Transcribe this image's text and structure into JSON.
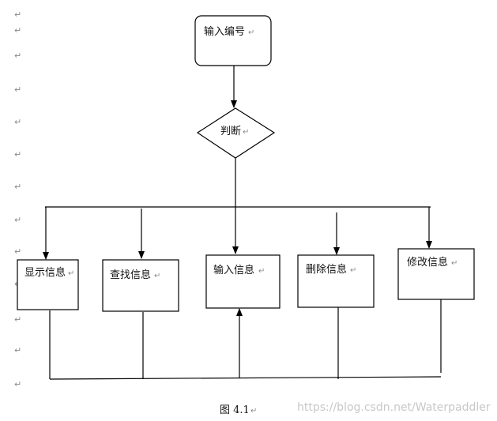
{
  "diagram": {
    "start": {
      "label": "输入编号"
    },
    "decision": {
      "label": "判断"
    },
    "branches": [
      {
        "label": "显示信息"
      },
      {
        "label": "查找信息"
      },
      {
        "label": "输入信息"
      },
      {
        "label": "删除信息"
      },
      {
        "label": "修改信息"
      }
    ]
  },
  "document": {
    "paragraph_mark": "↵",
    "caption": "图 4.1",
    "watermark": "https://blog.csdn.net/Waterpaddler"
  },
  "colors": {
    "stroke": "#000000",
    "text": "#111111",
    "mark": "#8a8a8a",
    "watermark": "#c8c8c8"
  }
}
